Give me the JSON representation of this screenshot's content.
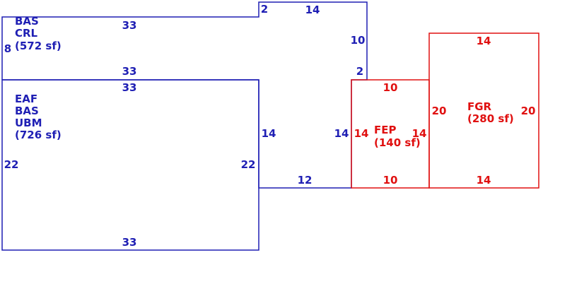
{
  "colors": {
    "living": "#1f1fb4",
    "garage": "#e01010",
    "background": "#ffffff"
  },
  "areas": {
    "crl": {
      "codes": [
        "BAS",
        "CRL"
      ],
      "area_label": "(572 sf)"
    },
    "ubm": {
      "codes": [
        "EAF",
        "BAS",
        "UBM"
      ],
      "area_label": "(726 sf)"
    },
    "fep": {
      "codes": [
        "FEP"
      ],
      "area_label": "(140 sf)"
    },
    "fgr": {
      "codes": [
        "FGR"
      ],
      "area_label": "(280 sf)"
    }
  },
  "dimensions": {
    "crl_top": "33",
    "crl_left": "8",
    "crl_bottom": "33",
    "step_short": "2",
    "upper_top": "14",
    "upper_right": "10",
    "step_right": "2",
    "ubm_top": "33",
    "ubm_left": "22",
    "ubm_right": "22",
    "ubm_bottom": "33",
    "mid_left": "14",
    "mid_right": "14",
    "mid_bottom": "12",
    "fep_top": "10",
    "fep_left": "14",
    "fep_right": "14",
    "fep_bottom": "10",
    "fgr_top": "14",
    "fgr_left": "20",
    "fgr_right": "20",
    "fgr_bottom": "14"
  }
}
